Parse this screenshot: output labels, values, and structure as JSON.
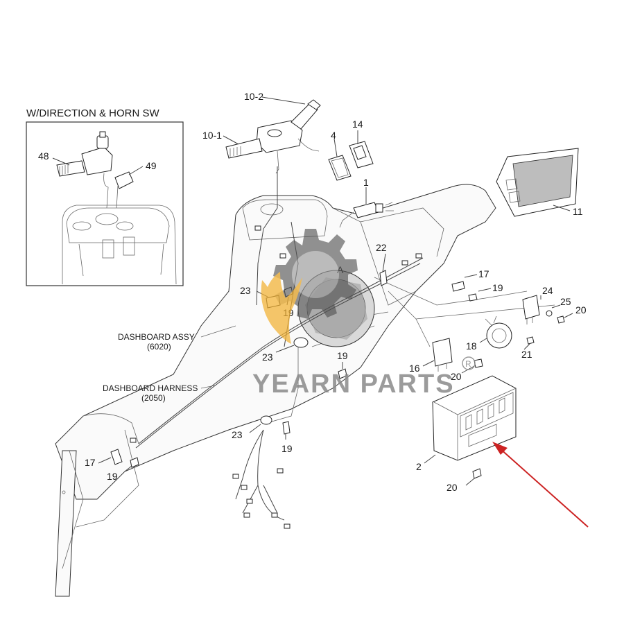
{
  "inset": {
    "title": "W/DIRECTION & HORN SW"
  },
  "assemblies": {
    "dashboard_assy": "DASHBOARD ASSY",
    "dashboard_assy_code": "(6020)",
    "dashboard_harness": "DASHBOARD HARNESS",
    "dashboard_harness_code": "(2050)"
  },
  "callouts": {
    "c10_2": "10-2",
    "c10_1": "10-1",
    "c4": "4",
    "c14": "14",
    "c1": "1",
    "c11": "11",
    "c48": "48",
    "c49": "49",
    "c22": "22",
    "cA": "A",
    "c17a": "17",
    "c19a": "19",
    "c24": "24",
    "c25": "25",
    "c20a": "20",
    "c23a": "23",
    "c19b": "19",
    "c18": "18",
    "c21": "21",
    "c23b": "23",
    "c19c": "19",
    "c16": "16",
    "c20b": "20",
    "c23c": "23",
    "c19d": "19",
    "c17b": "17",
    "c19e": "19",
    "c2": "2",
    "c20c": "20"
  },
  "watermark": {
    "brand": "YEARN PARTS",
    "registered": "R"
  },
  "colors": {
    "arrow": "#cc2222",
    "gear": "#555555",
    "flame": "#f2b233",
    "line": "#444444"
  }
}
